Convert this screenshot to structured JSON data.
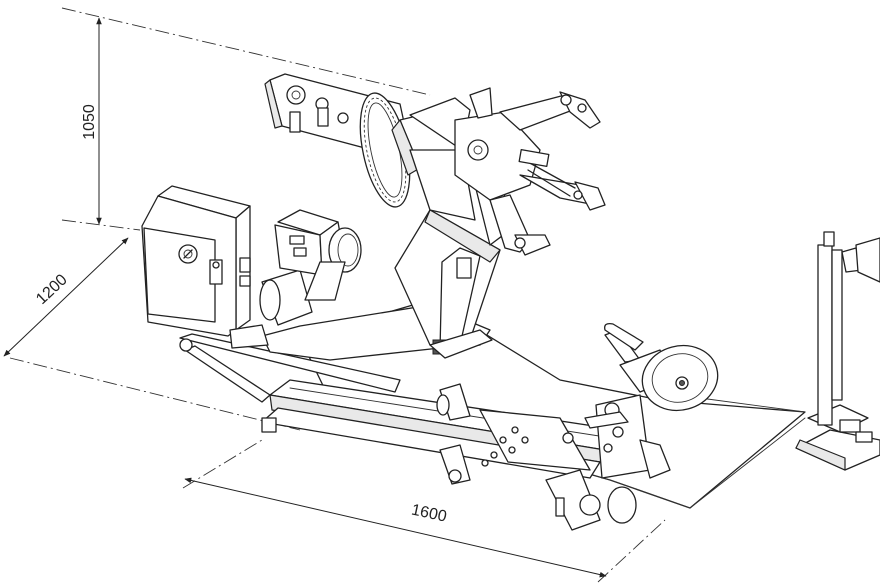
{
  "dimensions": {
    "height_label": "1050",
    "depth_label": "1200",
    "width_label": "1600"
  }
}
